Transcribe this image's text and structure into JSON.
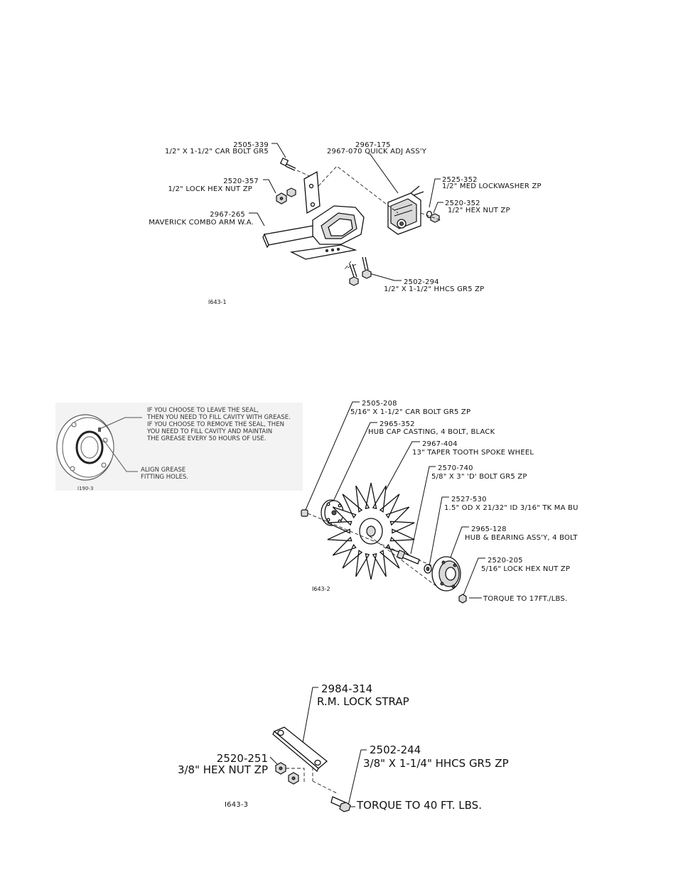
{
  "diagram1": {
    "fig_id": "I643-1",
    "callouts": [
      {
        "num": "2505-339",
        "desc": "1/2\" X 1-1/2\" CAR BOLT GR5"
      },
      {
        "num": "2967-175",
        "desc": "2967-070 QUICK ADJ ASS'Y"
      },
      {
        "num": "2520-357",
        "desc": "1/2\" LOCK HEX NUT ZP"
      },
      {
        "num": "2525-352",
        "desc": "1/2\" MED LOCKWASHER ZP"
      },
      {
        "num": "2520-352",
        "desc": "1/2\" HEX NUT ZP"
      },
      {
        "num": "2967-265",
        "desc": "MAVERICK COMBO ARM W.A."
      },
      {
        "num": "2502-294",
        "desc": "1/2\" X 1-1/2\" HHCS GR5 ZP"
      }
    ]
  },
  "inset": {
    "fig_id": "I190-3",
    "note_lines": [
      "IF YOU CHOOSE TO LEAVE THE SEAL,",
      "THEN YOU NEED TO FILL CAVITY WITH GREASE.",
      "IF YOU CHOOSE TO REMOVE THE SEAL, THEN",
      "YOU NEED TO FILL CAVITY AND MAINTAIN",
      "THE GREASE EVERY 50 HOURS OF USE."
    ],
    "align_lines": [
      "ALIGN GREASE",
      "FITTING HOLES."
    ]
  },
  "diagram2": {
    "fig_id": "I643-2",
    "callouts": [
      {
        "num": "2505-208",
        "desc": "5/16\" X 1-1/2\" CAR BOLT GR5 ZP"
      },
      {
        "num": "2965-352",
        "desc": "HUB CAP CASTING, 4 BOLT, BLACK"
      },
      {
        "num": "2967-404",
        "desc": "13\" TAPER TOOTH SPOKE WHEEL"
      },
      {
        "num": "2570-740",
        "desc": "5/8\" X 3\" 'D' BOLT GR5 ZP"
      },
      {
        "num": "2527-530",
        "desc": "1.5\" OD X 21/32\" ID 3/16\" TK MA BU"
      },
      {
        "num": "2965-128",
        "desc": "HUB & BEARING ASS'Y, 4 BOLT"
      },
      {
        "num": "2520-205",
        "desc": "5/16\" LOCK HEX NUT ZP"
      }
    ],
    "torque": "TORQUE TO 17FT./LBS."
  },
  "diagram3": {
    "fig_id": "I643-3",
    "callouts": [
      {
        "num": "2984-314",
        "desc": "R.M. LOCK STRAP"
      },
      {
        "num": "2520-251",
        "desc": "3/8\" HEX NUT ZP"
      },
      {
        "num": "2502-244",
        "desc": "3/8\" X 1-1/4\" HHCS GR5 ZP"
      }
    ],
    "torque": "TORQUE TO 40 FT. LBS."
  }
}
